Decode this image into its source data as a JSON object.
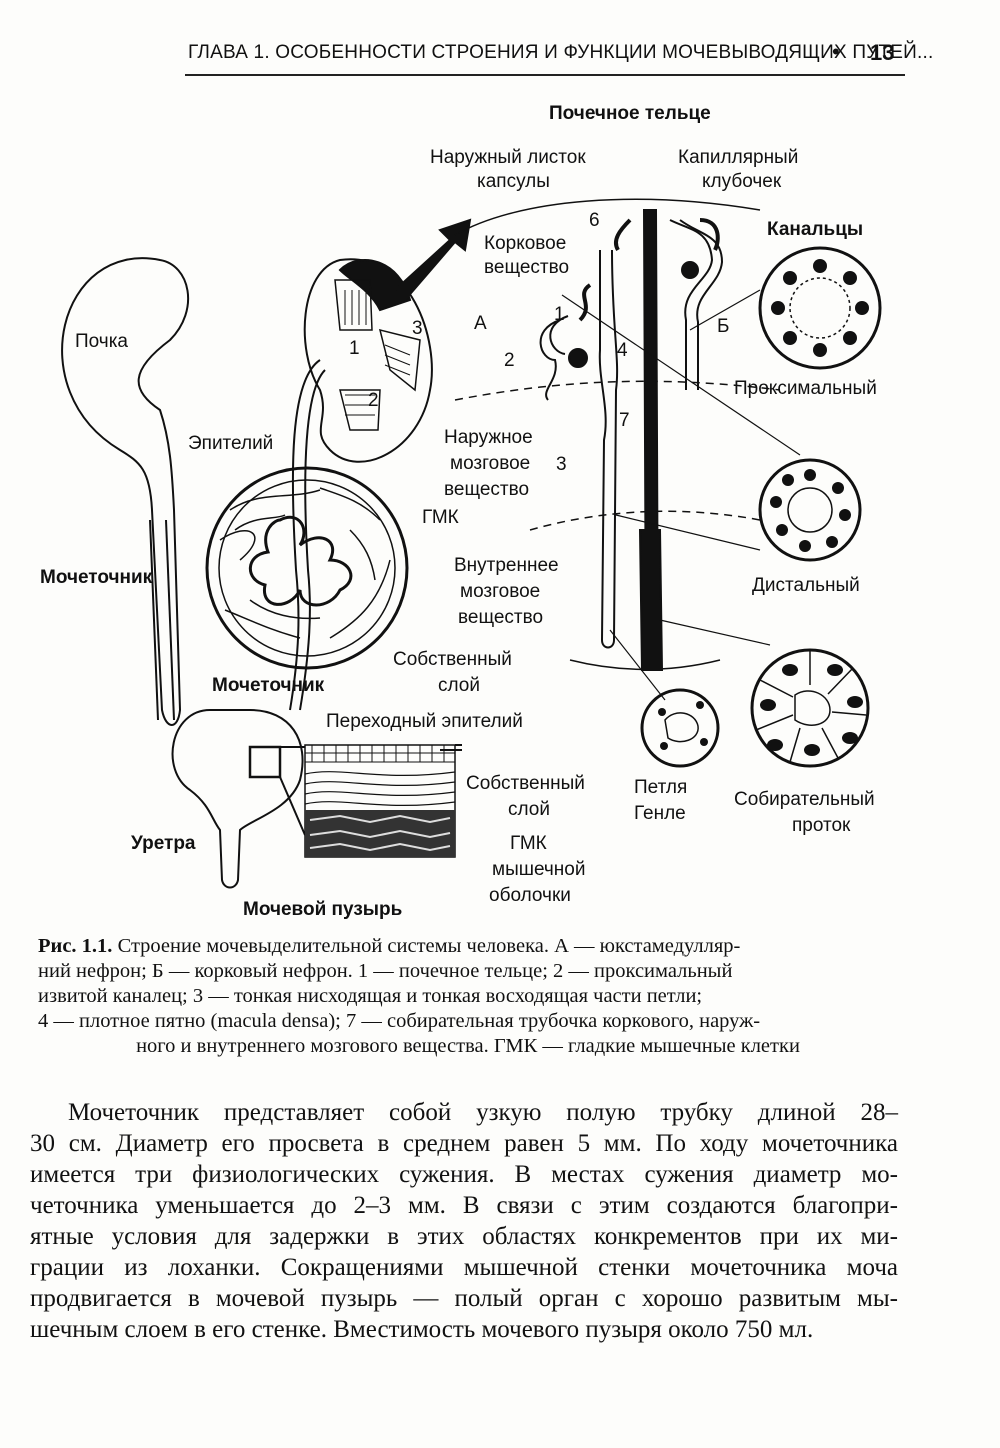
{
  "header": {
    "chapter_title": "ГЛАВА 1. ОСОБЕННОСТИ СТРОЕНИЯ И ФУНКЦИИ МОЧЕВЫВОДЯЩИХ ПУТЕЙ...",
    "bullet": "•",
    "page_number": "13"
  },
  "figure": {
    "labels": {
      "renal_corpuscle": "Почечное тельце",
      "outer_capsule_1": "Наружный листок",
      "outer_capsule_2": "капсулы",
      "capillary_1": "Капиллярный",
      "capillary_2": "клубочек",
      "tubules": "Канальцы",
      "cortex_1": "Корковое",
      "cortex_2": "вещество",
      "kidney": "Почка",
      "letter_a": "А",
      "letter_b": "Б",
      "proximal": "Проксимальный",
      "epithelium": "Эпителий",
      "outer_medulla_1": "Наружное",
      "outer_medulla_2": "мозговое",
      "outer_medulla_3": "вещество",
      "smc": "ГМК",
      "ureter_left": "Мочеточник",
      "inner_medulla_1": "Внутреннее",
      "inner_medulla_2": "мозговое",
      "inner_medulla_3": "вещество",
      "distal": "Дистальный",
      "lamina_propria_1_a": "Собственный",
      "lamina_propria_1_b": "слой",
      "ureter_mid": "Мочеточник",
      "transitional_epithelium": "Переходный эпителий",
      "lamina_propria_2_a": "Собственный",
      "lamina_propria_2_b": "слой",
      "loop_1": "Петля",
      "loop_2": "Генле",
      "collecting_1": "Собирательный",
      "collecting_2": "проток",
      "urethra": "Уретра",
      "smc_muscle_1": "ГМК",
      "smc_muscle_2": "мышечной",
      "smc_muscle_3": "оболочки",
      "bladder": "Мочевой пузырь"
    },
    "numbers": {
      "n1_kidney": "1",
      "n2_kidney": "2",
      "n3_kidney": "3",
      "n1": "1",
      "n2": "2",
      "n3": "3",
      "n4": "4",
      "n6": "6",
      "n7": "7"
    }
  },
  "caption": {
    "lines": [
      {
        "bold": "Рис. 1.1.",
        "text": " Строение мочевыделительной системы человека. А — юкстамедулляр-"
      },
      {
        "bold": "",
        "text": "ний нефрон; Б — корковый нефрон. 1 — почечное тельце; 2 — проксимальный"
      },
      {
        "bold": "",
        "text": "извитой каналец; 3 — тонкая нисходящая и тонкая восходящая  части петли;"
      },
      {
        "bold": "",
        "text": "4 — плотное пятно (macula densa); 7 — собирательная трубочка коркового, наруж-"
      },
      {
        "bold": "",
        "text": "ного и внутреннего мозгового вещества. ГМК — гладкие мышечные клетки"
      }
    ]
  },
  "body": {
    "lines": [
      "Мочеточник представляет собой узкую полую трубку длиной 28–",
      "30 см. Диаметр его просвета в среднем равен 5 мм. По ходу мочеточника",
      "имеется три физиологических сужения. В местах сужения диаметр мо-",
      "четочника уменьшается до 2–3 мм. В связи с этим создаются благопри-",
      "ятные условия для задержки в этих областях конкрементов при их ми-",
      "грации из лоханки. Сокращениями мышечной стенки мочеточника моча",
      "продвигается в мочевой пузырь — полый орган с хорошо развитым мы-",
      "шечным слоем в его стенке. Вместимость мочевого пузыря около 750 мл."
    ]
  }
}
